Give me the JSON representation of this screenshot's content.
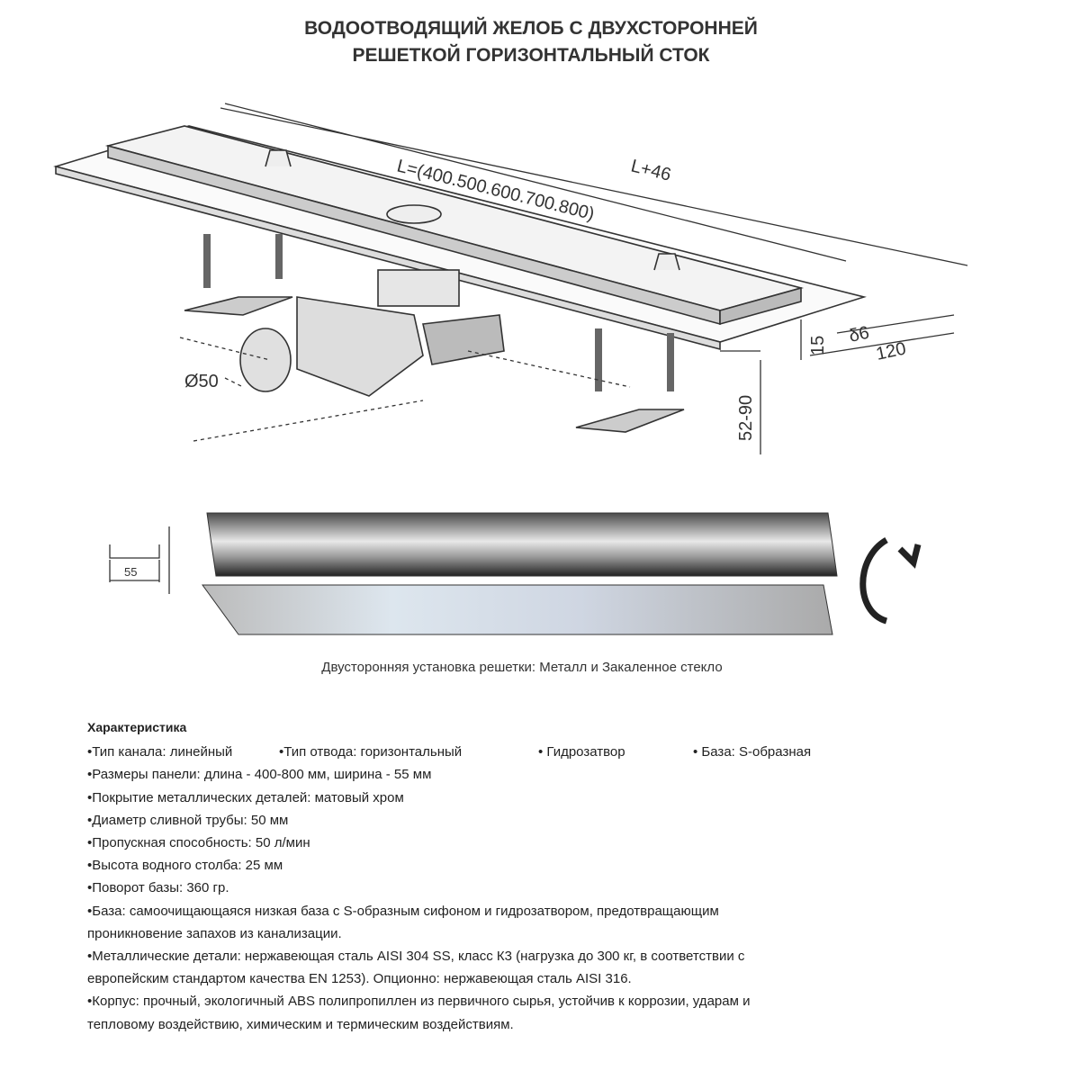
{
  "title_line1": "ВОДООТВОДЯЩИЙ ЖЕЛОБ С ДВУХСТОРОННЕЙ",
  "title_line2": "РЕШЕТКОЙ ГОРИЗОНТАЛЬНЫЙ СТОК",
  "dimensions": {
    "length": "L=(400.500.600.700.800)",
    "total_length": "L+46",
    "pipe": "Ø50",
    "height": "15",
    "thickness": "δ6",
    "width": "120",
    "leg_height": "52-90",
    "grate_width": "55"
  },
  "caption": "Двусторонняя установка решетки: Металл и Закаленное стекло",
  "specs": {
    "heading": "Характеристика",
    "row1": [
      "•Тип канала: линейный",
      "•Тип отвода: горизонтальный",
      "• Гидрозатвор",
      "• База: S-образная"
    ],
    "lines": [
      "•Размеры панели: длина - 400-800 мм, ширина - 55 мм",
      "•Покрытие металлических деталей: матовый хром",
      "•Диаметр сливной трубы: 50 мм",
      "•Пропускная способность: 50 л/мин",
      "•Высота водного столба: 25 мм",
      "•Поворот базы: 360 гр.",
      "•База: самоочищающаяся низкая база с S-образным сифоном и гидрозатвором, предотвращающим",
      "проникновение запахов из канализации.",
      "•Металлические детали: нержавеющая сталь AISI 304 SS, класс К3 (нагрузка до 300 кг, в соответствии с",
      "европейским стандартом качества EN 1253). Опционно: нержавеющая сталь AISI 316.",
      "•Корпус: прочный, экологичный ABS полипропиллен из первичного сырья, устойчив к коррозии, ударам и",
      "тепловому воздействию, химическим и термическим воздействиям."
    ]
  }
}
